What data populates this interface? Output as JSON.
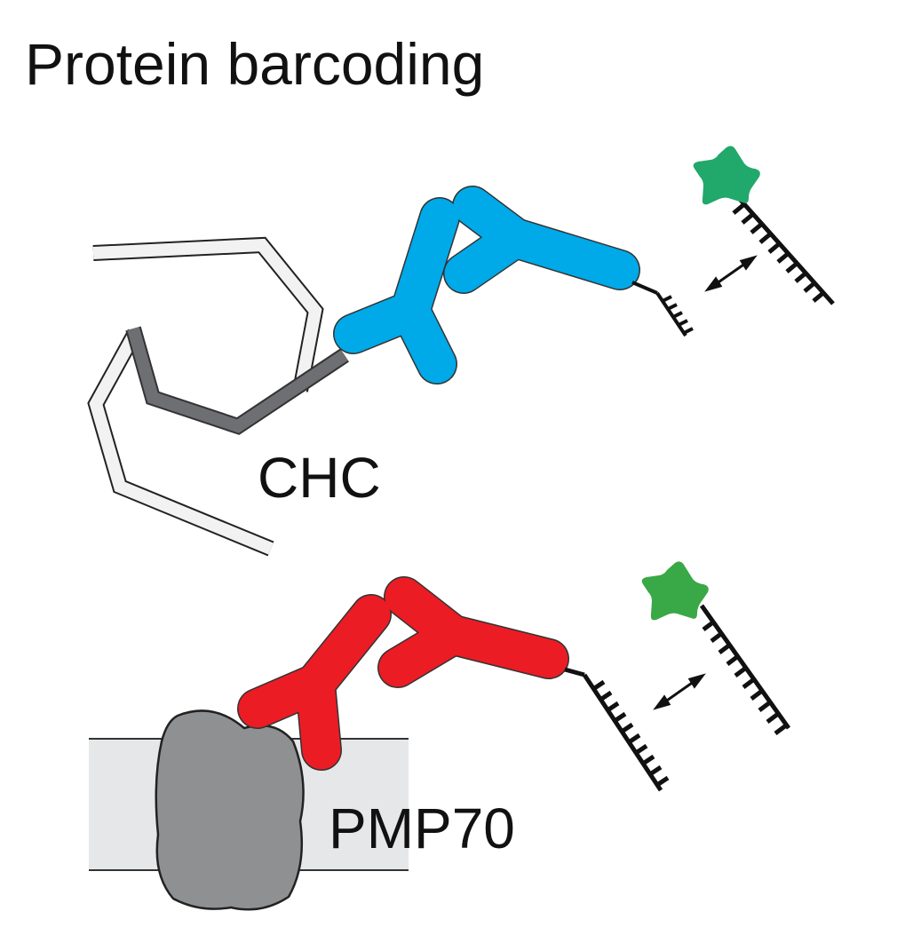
{
  "title": "Protein barcoding",
  "panels": [
    {
      "label": "CHC",
      "antibody_color": "#00A9E8",
      "target_color": "#6E6F72"
    },
    {
      "label": "PMP70",
      "antibody_color": "#EC1C24",
      "target_color": "#8F9092"
    }
  ],
  "colors": {
    "fluorophore_top": "#21A86B",
    "fluorophore_bottom": "#39A846",
    "membrane": "#E6E7E8",
    "dna_strand": "#111111",
    "clathrin_light": "#F2F2F2"
  },
  "icons": [
    "green-star-fluorophore-icon",
    "double-headed-arrow-icon"
  ]
}
